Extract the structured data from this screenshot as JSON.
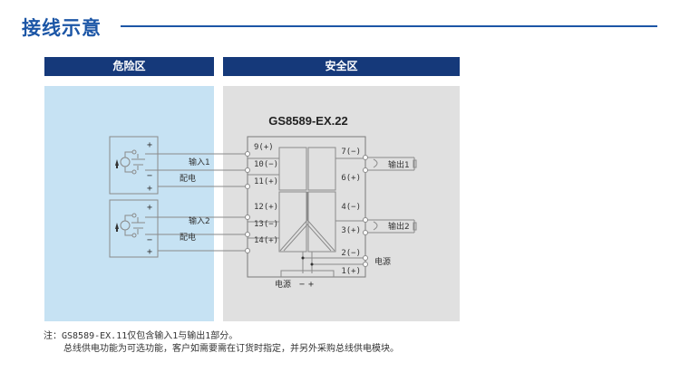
{
  "header": {
    "title": "接线示意",
    "accent_color": "#1c56a6"
  },
  "zones": {
    "hazardous": {
      "label": "危险区",
      "bg_color": "#c6e2f3"
    },
    "safe": {
      "label": "安全区",
      "bg_color": "#e0e0e0"
    },
    "head_color": "#15397a"
  },
  "module": {
    "model": "GS8589-EX.22",
    "left_terminals": [
      "9(+)",
      "10(−)",
      "11(+)",
      "12(+)",
      "13(−)",
      "14(+)"
    ],
    "right_terminals": [
      "7(−)",
      "6(+)",
      "4(−)",
      "3(+)",
      "2(−)",
      "1(+)"
    ]
  },
  "field_devices": [
    {
      "signal_label": "输入1",
      "power_label": "配电",
      "terminals": [
        "+",
        "−",
        "+"
      ]
    },
    {
      "signal_label": "输入2",
      "power_label": "配电",
      "terminals": [
        "+",
        "−",
        "+"
      ]
    }
  ],
  "outputs": [
    {
      "label": "输出1"
    },
    {
      "label": "输出2"
    }
  ],
  "power": {
    "right_label": "电源",
    "bottom_label": "电源",
    "bottom_minus": "−",
    "bottom_plus": "+"
  },
  "notes": {
    "line1": "注：GS8589-EX.11仅包含输入1与输出1部分。",
    "line2": "总线供电功能为可选功能，客户如需要需在订货时指定，并另外采购总线供电模块。"
  }
}
